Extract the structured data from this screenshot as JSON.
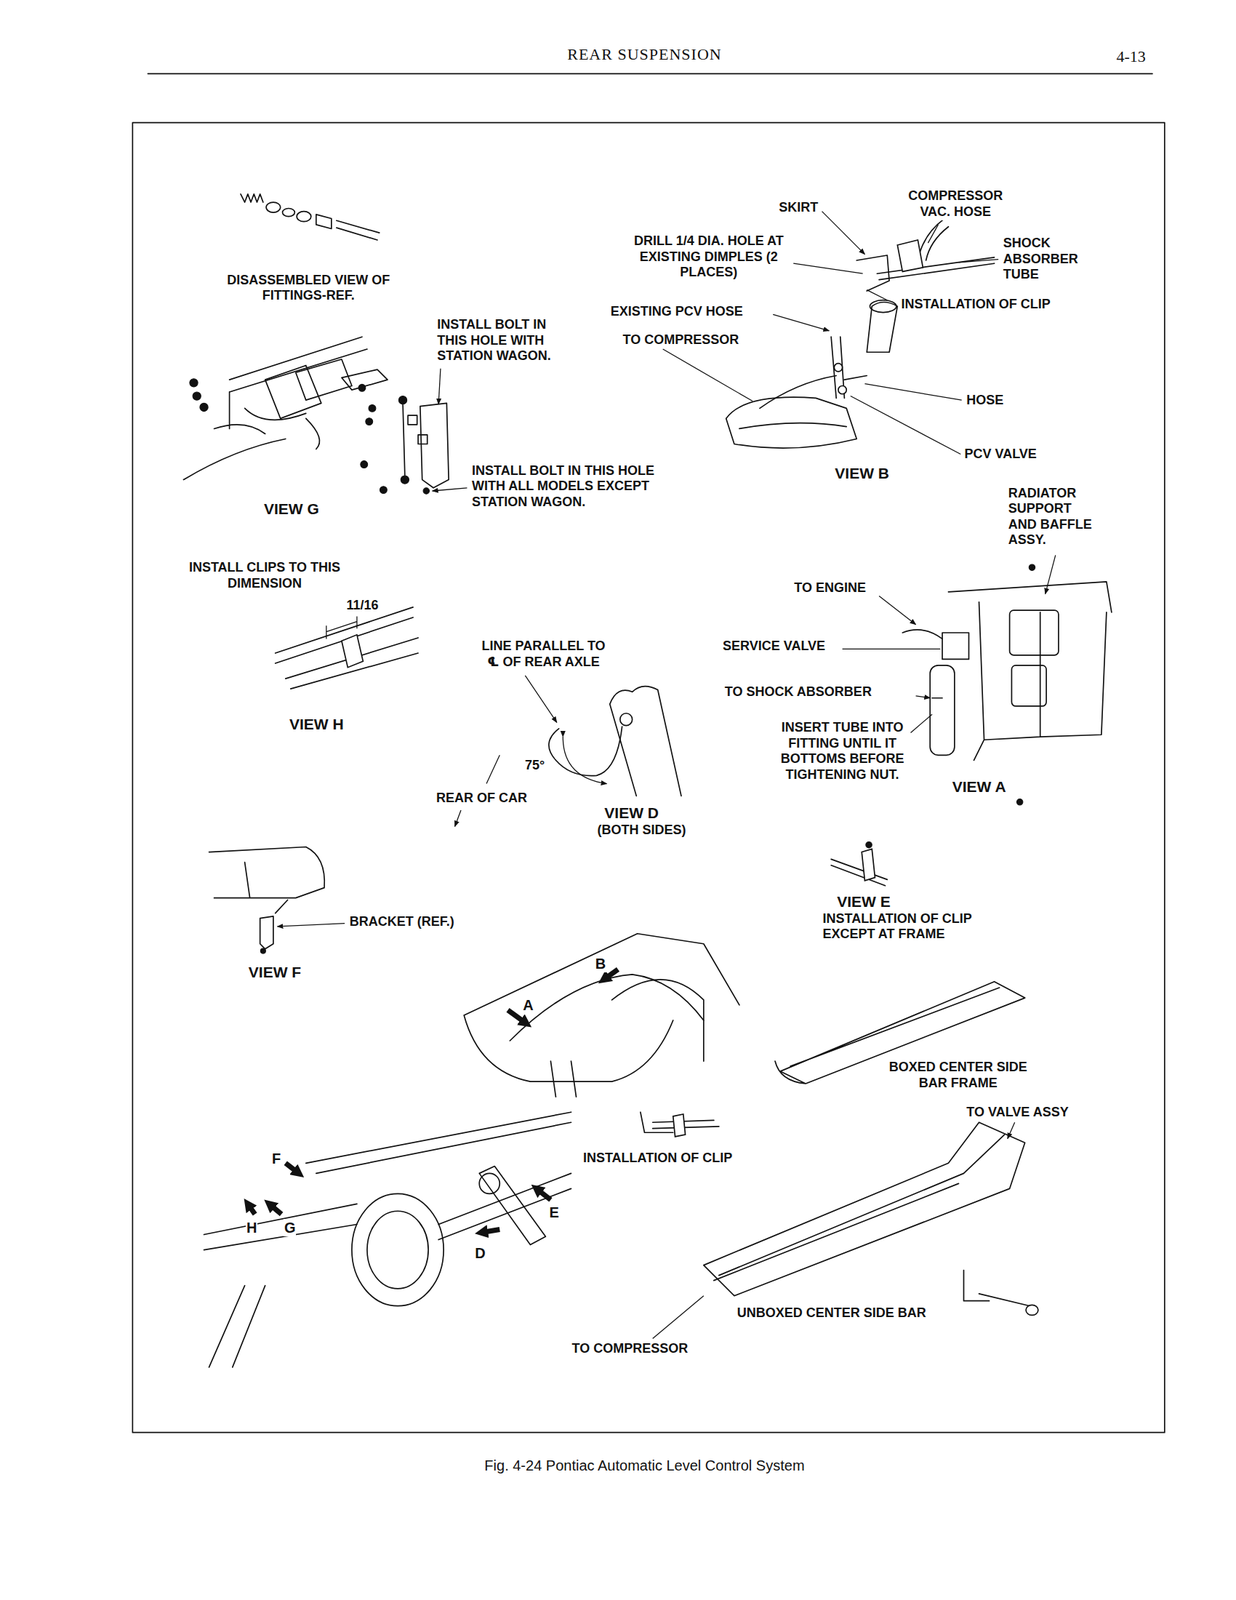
{
  "diagram": {
    "title": "REAR SUSPENSION",
    "caption": "Fig. 4-24 Pontiac Automatic Level Control System",
    "labels": [
      "4-13",
      "DISASSEMBLED VIEW OF FITTINGS-REF.",
      "SKIRT",
      "COMPRESSOR VAC. HOSE",
      "DRILL 1/4 DIA. HOLE AT EXISTING DIMPLES (2 PLACES)",
      "SHOCK ABSORBER TUBE",
      "INSTALLATION OF CLIP",
      "INSTALL BOLT IN THIS HOLE WITH STATION WAGON.",
      "EXISTING PCV HOSE",
      "TO COMPRESSOR",
      "HOSE",
      "PCV VALVE",
      "VIEW B",
      "INSTALL BOLT IN THIS HOLE WITH ALL MODELS EXCEPT STATION WAGON.",
      "VIEW G",
      "RADIATOR SUPPORT AND BAFFLE ASSY.",
      "INSTALL CLIPS TO THIS DIMENSION",
      "11/16",
      "TO ENGINE",
      "LINE PARALLEL TO ℄ OF REAR AXLE",
      "SERVICE VALVE",
      "TO SHOCK ABSORBER",
      "VIEW H",
      "INSERT TUBE INTO FITTING UNTIL IT BOTTOMS BEFORE TIGHTENING NUT.",
      "75°",
      "VIEW A",
      "REAR OF CAR",
      "VIEW D",
      "(BOTH SIDES)",
      "VIEW E",
      "INSTALLATION OF CLIP EXCEPT AT FRAME",
      "BRACKET (REF.)",
      "VIEW F",
      "B",
      "A",
      "BOXED CENTER SIDE BAR FRAME",
      "TO VALVE ASSY",
      "INSTALLATION OF CLIP",
      "F",
      "H",
      "G",
      "E",
      "D",
      "UNBOXED CENTER SIDE BAR",
      "TO COMPRESSOR"
    ]
  }
}
